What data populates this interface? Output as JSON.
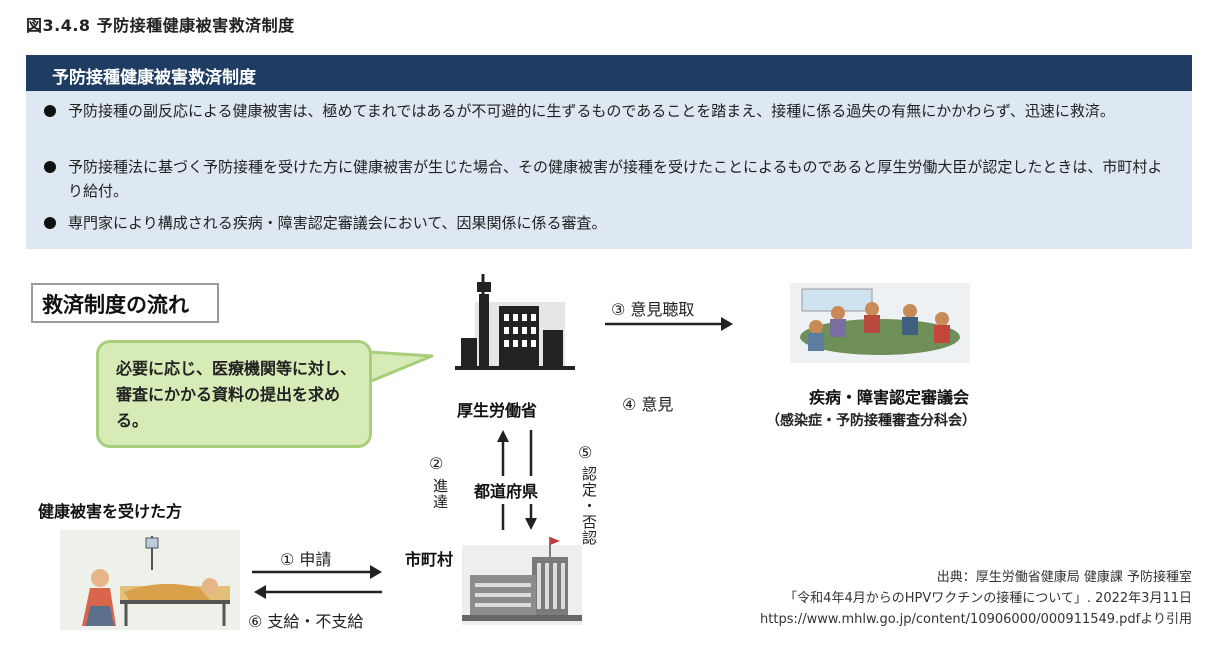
{
  "figure_title": "図3.4.8  予防接種健康被害救済制度",
  "header": {
    "title": "予防接種健康被害救済制度"
  },
  "info_bullets": [
    "予防接種の副反応による健康被害は、極めてまれではあるが不可避的に生ずるものであることを踏まえ、接種に係る過失の有無にかかわらず、迅速に救済。",
    "予防接種法に基づく予防接種を受けた方に健康被害が生じた場合、その健康被害が接種を受けたことによるものであると厚生労働大臣が認定したときは、市町村より給付。",
    "専門家により構成される疾病・障害認定審議会において、因果関係に係る審査。"
  ],
  "flow": {
    "title": "救済制度の流れ",
    "callout": "必要に応じ、医療機関等に対し、審査にかかる資料の提出を求める。",
    "nodes": {
      "ministry": "厚生労働省",
      "council": "疾病・障害認定審議会",
      "council_sub": "（感染症・予防接種審査分科会）",
      "prefecture": "都道府県",
      "municipality": "市町村",
      "victim": "健康被害を受けた方"
    },
    "steps": {
      "s1": "① 申請",
      "s2_num": "②",
      "s2_text": "進達",
      "s3": "③ 意見聴取",
      "s4": "④ 意見",
      "s5_num": "⑤",
      "s5_text": "認定・否認",
      "s6": "⑥ 支給・不支給"
    }
  },
  "source": {
    "line1": "出典：厚生労働省健康局 健康課 予防接種室",
    "line2": "「令和4年4月からのHPVワクチンの接種について」. 2022年3月11日",
    "line3": "https://www.mhlw.go.jp/content/10906000/000911549.pdfより引用"
  },
  "icons": {
    "ministry": "ministry-building-icon",
    "council": "council-meeting-icon",
    "municipality": "city-hall-icon",
    "victim": "sick-person-bed-icon"
  },
  "colors": {
    "header": "#1f3d63",
    "info_bg": "#dde8f2",
    "bubble_bg": "#d7ebb7",
    "bubble_border": "#a7ce7a"
  }
}
